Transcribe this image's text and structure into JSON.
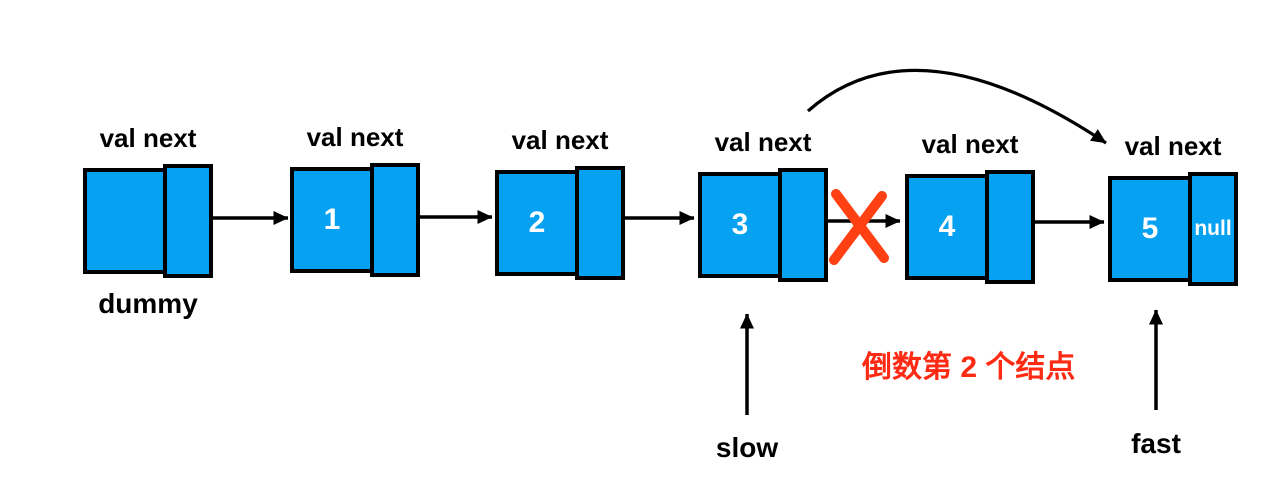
{
  "diagram": {
    "nodes": [
      {
        "header": "val next",
        "val": "",
        "next": "",
        "caption": "dummy"
      },
      {
        "header": "val next",
        "val": "1",
        "next": ""
      },
      {
        "header": "val next",
        "val": "2",
        "next": ""
      },
      {
        "header": "val next",
        "val": "3",
        "next": ""
      },
      {
        "header": "val next",
        "val": "4",
        "next": ""
      },
      {
        "header": "val next",
        "val": "5",
        "next": "null"
      }
    ],
    "pointers": {
      "slow": "slow",
      "fast": "fast"
    },
    "annotation": "倒数第 2 个结点",
    "colors": {
      "node_fill": "#07A1F1",
      "node_border": "#000000",
      "arrow": "#000000",
      "cross": "#FF4013",
      "annotation": "#FF2A14",
      "value_text": "#FFFFFF"
    }
  }
}
